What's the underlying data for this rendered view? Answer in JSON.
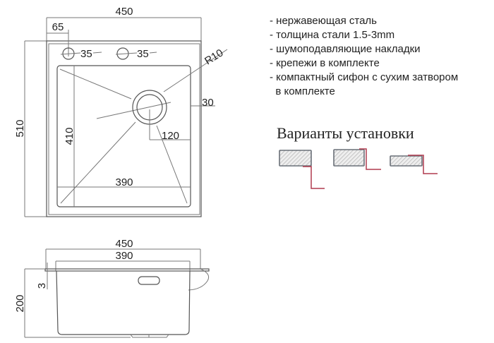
{
  "top_view": {
    "dims": {
      "width_total": "450",
      "height_total": "510",
      "tap_offset": "65",
      "hole1": "35",
      "hole2": "35",
      "radius": "R10",
      "drain_edge": "30",
      "drain_offset": "120",
      "bowl_depth": "410",
      "bowl_width": "390"
    }
  },
  "side_view": {
    "dims": {
      "width_total": "450",
      "bowl_width": "390",
      "thickness": "3",
      "depth": "200"
    }
  },
  "features": [
    "- нержавеющая сталь",
    "- толщина стали 1.5-3mm",
    "- шумоподавляющие накладки",
    "- крепежи в комплекте",
    "- компактный сифон с сухим затвором",
    "  в комплекте"
  ],
  "install": {
    "title": "Варианты установки",
    "accent_color": "#b03a4e"
  }
}
